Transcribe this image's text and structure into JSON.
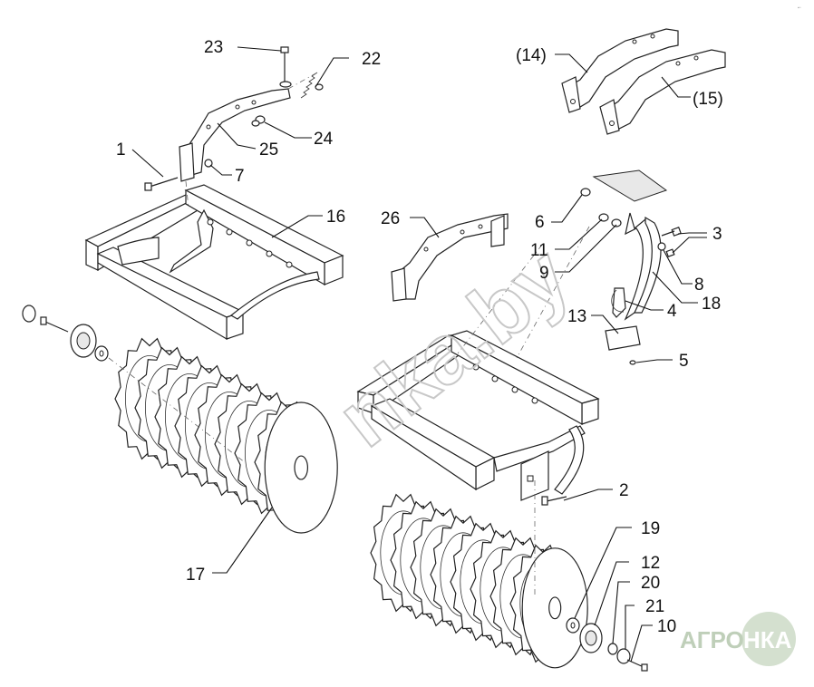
{
  "callouts": [
    {
      "id": "c23",
      "label": "23"
    },
    {
      "id": "c22",
      "label": "22"
    },
    {
      "id": "c24",
      "label": "24"
    },
    {
      "id": "c25",
      "label": "25"
    },
    {
      "id": "c1",
      "label": "1"
    },
    {
      "id": "c7",
      "label": "7"
    },
    {
      "id": "c16",
      "label": "16"
    },
    {
      "id": "c26",
      "label": "26"
    },
    {
      "id": "c6",
      "label": "6"
    },
    {
      "id": "c11",
      "label": "11"
    },
    {
      "id": "c9",
      "label": "9"
    },
    {
      "id": "c3",
      "label": "3"
    },
    {
      "id": "c8",
      "label": "8"
    },
    {
      "id": "c18",
      "label": "18"
    },
    {
      "id": "c4",
      "label": "4"
    },
    {
      "id": "c13",
      "label": "13"
    },
    {
      "id": "c5",
      "label": "5"
    },
    {
      "id": "c2",
      "label": "2"
    },
    {
      "id": "c17",
      "label": "17"
    },
    {
      "id": "c19",
      "label": "19"
    },
    {
      "id": "c12",
      "label": "12"
    },
    {
      "id": "c20",
      "label": "20"
    },
    {
      "id": "c21",
      "label": "21"
    },
    {
      "id": "c10",
      "label": "10"
    },
    {
      "id": "c14",
      "label": "(14)"
    },
    {
      "id": "c15",
      "label": "(15)"
    }
  ],
  "watermark": "nka.by",
  "logo": {
    "left": "АГРО",
    "right": "НКА"
  },
  "colors": {
    "line": "#111111",
    "watermark": "#c8c8c8",
    "logo": "#bfcfb9"
  }
}
